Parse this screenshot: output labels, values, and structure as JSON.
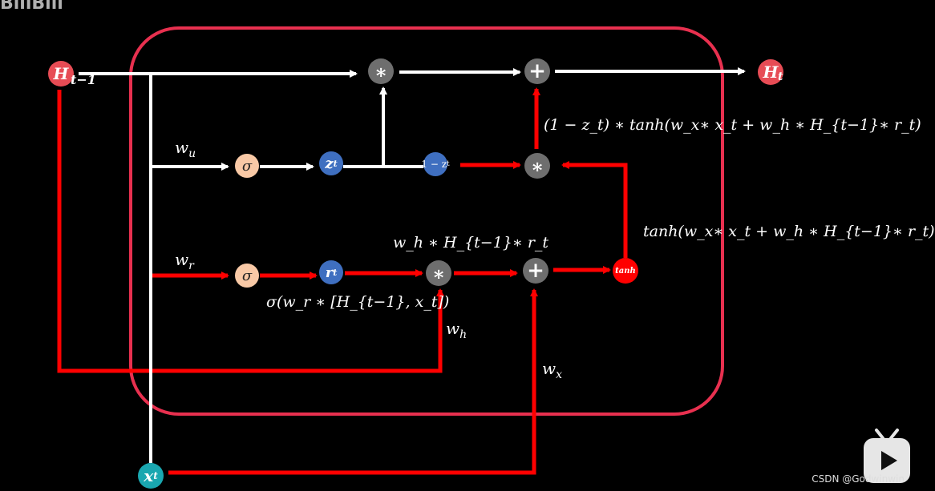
{
  "watermark_text": "BiliBili",
  "csdn_text": "CSDN @Godwinwin",
  "colors": {
    "white_line": "#ffffff",
    "red_line": "#ff0000",
    "box": "#e8304f",
    "node_red": "#e74c55",
    "node_gray": "#6e6e6e",
    "node_blue": "#3f6fc0",
    "node_peach": "#f9c9a6",
    "node_teal": "#1aa7b0",
    "tanh_node": "#ff0000"
  },
  "nodes": {
    "h_prev": {
      "main": "H",
      "sub": "t−1"
    },
    "h_t": {
      "main": "H",
      "sub": "t"
    },
    "x_t": {
      "main": "x",
      "sub": "t"
    },
    "z_t": {
      "main": "z",
      "sub": "t"
    },
    "r_t": {
      "main": "r",
      "sub": "t"
    },
    "one_minus_z": "1 − z",
    "one_minus_z_sub": "t",
    "sigma": "σ",
    "mul": "∗",
    "plus": "+",
    "tanh": "tanh"
  },
  "labels": {
    "w_u": {
      "main": "w",
      "sub": "u"
    },
    "w_r": {
      "main": "w",
      "sub": "r"
    },
    "w_h": {
      "main": "w",
      "sub": "h"
    },
    "w_x": {
      "main": "w",
      "sub": "x"
    },
    "eq_top": "(1 − z_t) ∗ tanh(w_x∗ x_t + w_h ∗ H_{t−1}∗ r_t)",
    "eq_tanh": "tanh(w_x∗ x_t + w_h ∗ H_{t−1}∗ r_t)",
    "eq_wh_h_r": "w_h ∗ H_{t−1}∗ r_t",
    "eq_sigma": "σ(w_r ∗ [H_{t−1}, x_t])"
  }
}
